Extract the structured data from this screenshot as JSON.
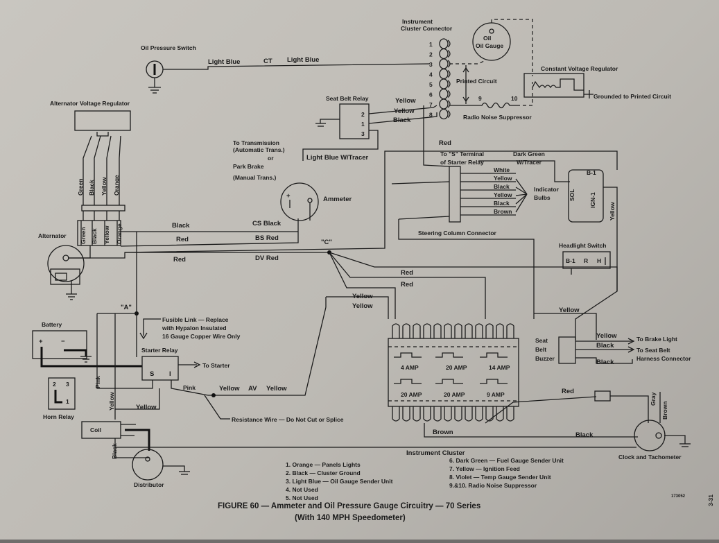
{
  "components": {
    "oil_pressure_switch": "Oil Pressure Switch",
    "instrument_cluster_connector": "Instrument Cluster Connector",
    "oil_gauge": "Oil Gauge",
    "constant_voltage_regulator": "Constant Voltage Regulator",
    "grounded_to_printed_circuit": "Grounded to Printed Circuit",
    "printed_circuit": "Printed Circuit",
    "radio_noise_suppressor": "Radio Noise Suppressor",
    "alternator_voltage_regulator": "Alternator Voltage Regulator",
    "seat_belt_relay": "Seat Belt Relay",
    "to_transmission": [
      "To Transmission",
      "(Automatic Trans.)",
      "or",
      "Park Brake",
      "(Manual Trans.)"
    ],
    "ammeter": "Ammeter",
    "to_s_terminal": [
      "To \"S\" Terminal",
      "of Starter Relay"
    ],
    "indicator_bulbs": [
      "Indicator",
      "Bulbs"
    ],
    "steering_column_connector": "Steering Column Connector",
    "headlight_switch": "Headlight Switch",
    "headlight_terminals": [
      "B-1",
      "R",
      "H"
    ],
    "alternator": "Alternator",
    "battery": "Battery",
    "fusible_link": [
      "Fusible Link — Replace",
      "with Hypalon Insulated",
      "16 Gauge Copper Wire Only"
    ],
    "starter_relay": "Starter Relay",
    "to_starter": "To Starter",
    "horn_relay": "Horn Relay",
    "coil": "Coil",
    "distributor": "Distributor",
    "resistance_wire": "Resistance Wire — Do Not Cut or Splice",
    "seat_belt_buzzer": [
      "Seat",
      "Belt",
      "Buzzer"
    ],
    "to_brake_light": "To Brake Light",
    "to_seat_belt_harness": [
      "To Seat Belt",
      "Harness Connector"
    ],
    "instrument_cluster": "Instrument Cluster",
    "clock_tachometer": "Clock and Tachometer",
    "sol": "SOL",
    "ign1": "IGN-1",
    "b1": "B-1",
    "splice_a": "\"A\"",
    "splice_c": "\"C\"",
    "ct": "CT",
    "av": "AV",
    "cs": "CS Black",
    "bs": "BS Red",
    "dv": "DV Red",
    "plus": "+",
    "minus": "−",
    "relay_terminals": [
      "S",
      "I"
    ],
    "horn_terminals": [
      "2",
      "3",
      "1"
    ],
    "seat_relay_terminals": [
      "2",
      "1",
      "3"
    ],
    "connector_pins": [
      "1",
      "2",
      "3",
      "4",
      "5",
      "6",
      "7",
      "8"
    ],
    "ps_nums": [
      "9",
      "10"
    ],
    "fuses": [
      "4 AMP",
      "20 AMP",
      "14 AMP",
      "20 AMP",
      "20 AMP",
      "9 AMP"
    ],
    "part_number": "173052"
  },
  "wire_labels": {
    "light_blue": "Light Blue",
    "light_blue_tracer": "Light Blue W/Tracer",
    "yellow": "Yellow",
    "black": "Black",
    "red": "Red",
    "white": "White",
    "brown": "Brown",
    "pink": "Pink",
    "green": "Green",
    "orange": "Orange",
    "gray": "Gray",
    "dark_green_tracer": [
      "Dark Green",
      "W/Tracer"
    ],
    "indicator_wires": [
      "White",
      "Yellow",
      "Black",
      "Yellow",
      "Black",
      "Brown"
    ],
    "alt_wires": [
      "Green",
      "Black",
      "Yellow",
      "Orange"
    ]
  },
  "legend": {
    "left": [
      "1. Orange — Panels Lights",
      "2. Black — Cluster Ground",
      "3. Light Blue — Oil Gauge Sender Unit",
      "4. Not Used",
      "5. Not Used"
    ],
    "right": [
      "6. Dark Green — Fuel Gauge Sender Unit",
      "7. Yellow — Ignition Feed",
      "8. Violet — Temp Gauge Sender Unit",
      "9.&10. Radio Noise Suppressor"
    ]
  },
  "caption": {
    "line1": "FIGURE 60 — Ammeter and Oil Pressure Gauge Circuitry — 70 Series",
    "line2": "(With 140 MPH Speedometer)"
  },
  "page_number": "3-31"
}
